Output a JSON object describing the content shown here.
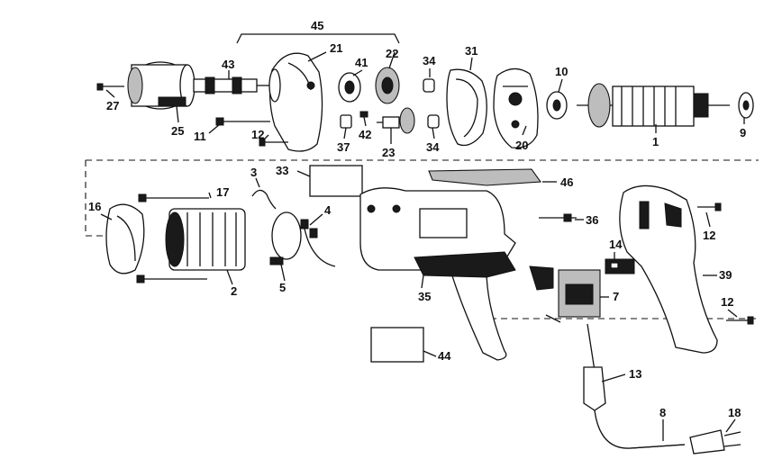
{
  "diagram": {
    "labels": {
      "p45": "45",
      "p21": "21",
      "p22": "22",
      "p43": "43",
      "p41": "41",
      "p34a": "34",
      "p31": "31",
      "p10": "10",
      "p27": "27",
      "p25": "25",
      "p11": "11",
      "p12a": "12",
      "p37": "37",
      "p42": "42",
      "p23": "23",
      "p34b": "34",
      "p20": "20",
      "p1": "1",
      "p9": "9",
      "p3": "3",
      "p33": "33",
      "p46": "46",
      "p17": "17",
      "p4": "4",
      "p16": "16",
      "p36": "36",
      "p12b": "12",
      "p14": "14",
      "p2": "2",
      "p5": "5",
      "p35": "35",
      "p7": "7",
      "p39": "39",
      "p12c": "12",
      "p44": "44",
      "p13": "13",
      "p8": "8",
      "p18": "18"
    }
  }
}
